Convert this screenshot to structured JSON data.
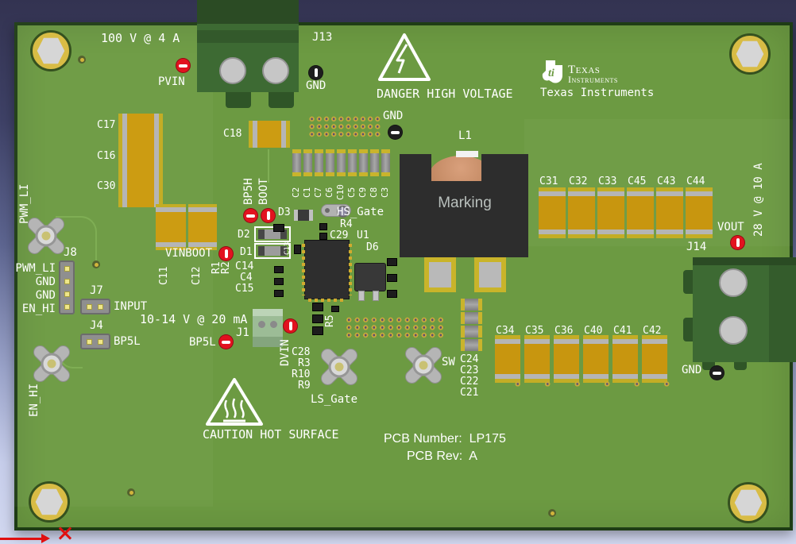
{
  "ratings": {
    "input": "100 V @ 4 A",
    "bias": "10-14 V @ 20 mA",
    "output": "28 V @ 10 A"
  },
  "warnings": {
    "danger": "DANGER HIGH VOLTAGE",
    "caution": "CAUTION HOT SURFACE"
  },
  "branding": {
    "logo_monogram": "ti",
    "logo_line1": "Texas",
    "logo_line2": "Instruments",
    "silkscreen": "Texas Instruments"
  },
  "pcb_info": {
    "number_label": "PCB Number:",
    "number": "LP175",
    "rev_label": "PCB Rev:",
    "rev": "A"
  },
  "test_points": {
    "pvin": "PVIN",
    "gnd_j13": "GND",
    "gnd_top": "GND",
    "vout": "VOUT",
    "gnd_out": "GND",
    "bp5h": "BP5H",
    "boot": "BOOT",
    "vinboot": "VINBOOT",
    "bp5l": "BP5L",
    "dvin": "DVIN"
  },
  "connectors": {
    "j13": "J13",
    "j14": "J14",
    "j1": {
      "ref": "J1"
    },
    "j8": {
      "ref": "J8",
      "pins": [
        "PWM_LI",
        "GND",
        "GND",
        "EN_HI"
      ]
    },
    "j7": {
      "ref": "J7",
      "signal": "INPUT"
    },
    "j4": {
      "ref": "J4",
      "signal": "BP5L"
    }
  },
  "probe_points": {
    "pwm_li": "PWM_LI",
    "en_hi": "EN_HI",
    "hs_gate": "HS_Gate",
    "ls_gate": "LS_Gate",
    "sw": "SW"
  },
  "components": {
    "ic": "U1",
    "inductor": {
      "ref": "L1",
      "marking": "Marking"
    },
    "diodes": {
      "d1": "D1",
      "d2": "D2",
      "d3": "D3",
      "d6": "D6"
    },
    "resistors": {
      "r1": "R1",
      "r2": "R2",
      "r3": "R3",
      "r4": "R4",
      "r5": "R5",
      "r9": "R9",
      "r10": "R10"
    },
    "caps_input": [
      "C17",
      "C16",
      "C30"
    ],
    "cap_c18": "C18",
    "caps_filter": [
      "C2",
      "C1",
      "C7",
      "C6",
      "C10",
      "C5",
      "C9",
      "C8",
      "C3"
    ],
    "caps_vinboot": [
      "C11",
      "C12"
    ],
    "caps_hf": {
      "c29": "C29",
      "c13": "C13",
      "c14": "C14",
      "c4": "C4",
      "c15": "C15",
      "c28": "C28"
    },
    "caps_output_top": [
      "C31",
      "C32",
      "C33",
      "C45",
      "C43",
      "C44"
    ],
    "caps_output_bottom": [
      "C34",
      "C35",
      "C36",
      "C40",
      "C41",
      "C42"
    ],
    "caps_sw_node": [
      "C24",
      "C23",
      "C22",
      "C21"
    ]
  }
}
